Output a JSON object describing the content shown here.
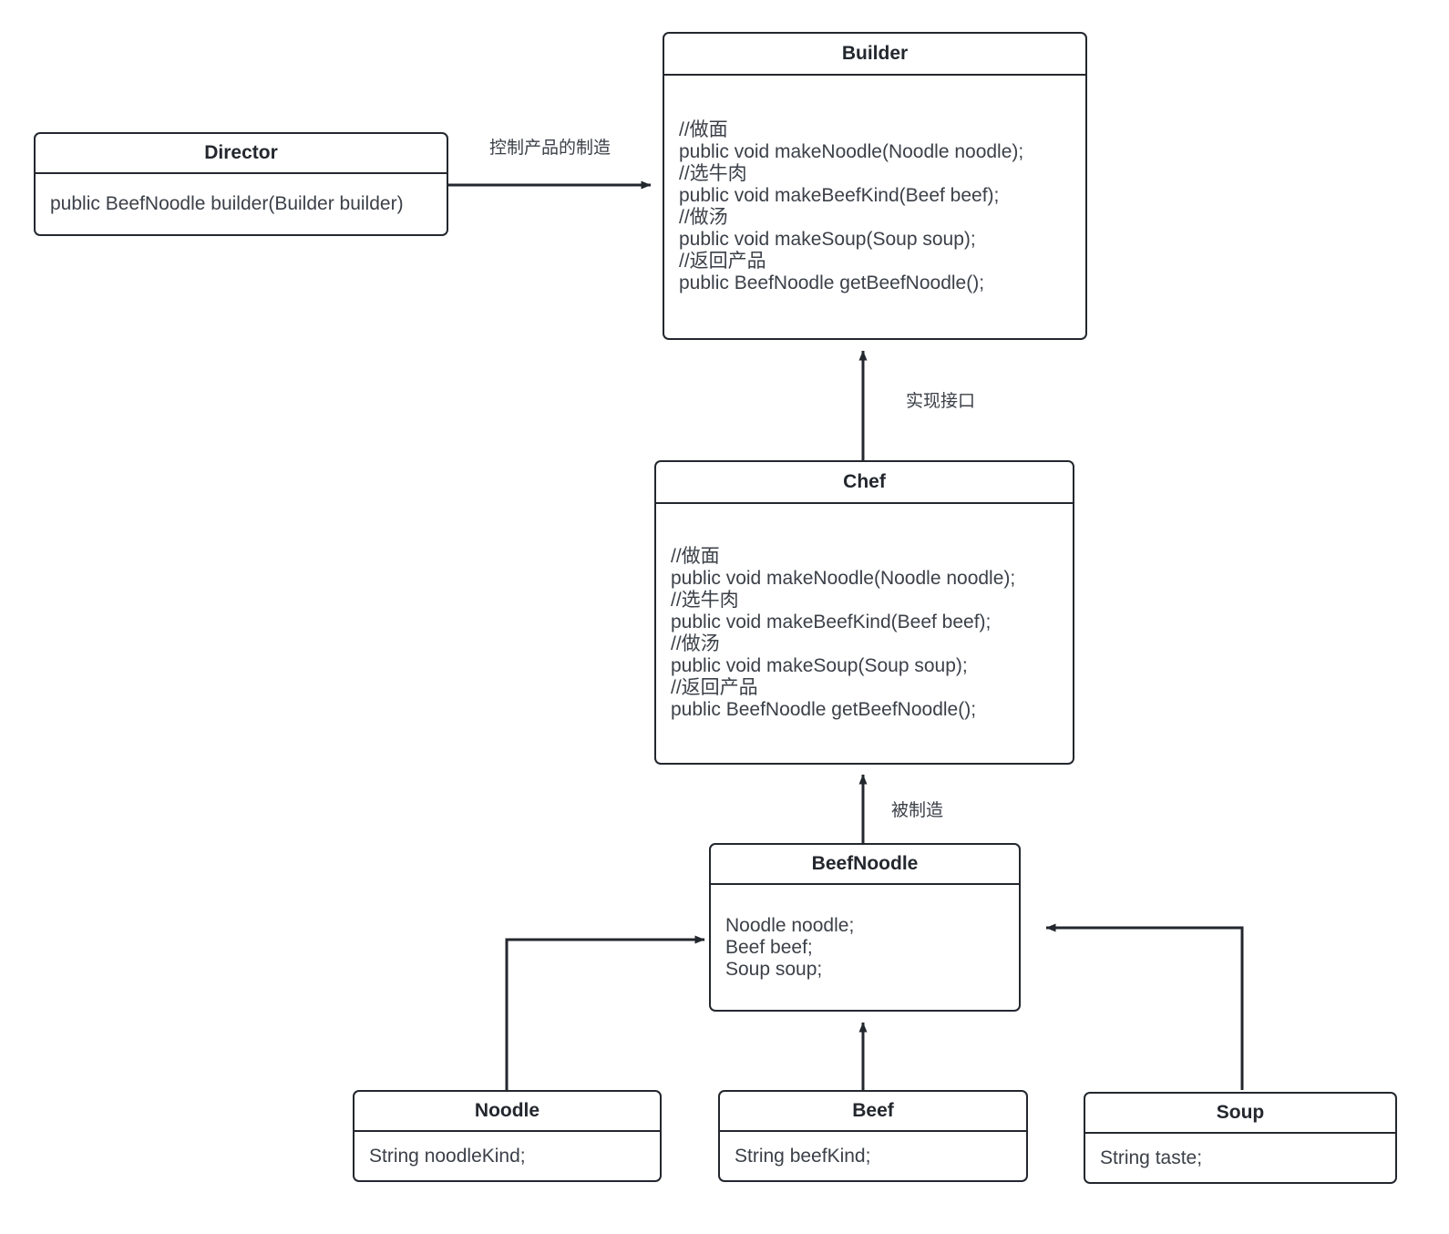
{
  "diagram": {
    "title": "Builder Pattern UML Class Diagram",
    "stroke_color": "#23272e",
    "text_color": "#3b4048",
    "background": "#ffffff"
  },
  "classes": {
    "director": {
      "name": "Director",
      "members": [
        "public BeefNoodle builder(Builder builder)"
      ]
    },
    "builder": {
      "name": "Builder",
      "members": [
        "//做面",
        "public void makeNoodle(Noodle noodle);",
        "//选牛肉",
        "public void makeBeefKind(Beef beef);",
        "//做汤",
        "public void makeSoup(Soup soup);",
        "//返回产品",
        "public BeefNoodle getBeefNoodle();"
      ]
    },
    "chef": {
      "name": "Chef",
      "members": [
        "//做面",
        "public void makeNoodle(Noodle noodle);",
        "//选牛肉",
        "public void makeBeefKind(Beef beef);",
        "//做汤",
        "public void makeSoup(Soup soup);",
        "//返回产品",
        "public BeefNoodle getBeefNoodle();"
      ]
    },
    "beefnoodle": {
      "name": "BeefNoodle",
      "members": [
        "Noodle noodle;",
        "Beef beef;",
        "Soup soup;"
      ]
    },
    "noodle": {
      "name": "Noodle",
      "members": [
        "String noodleKind;"
      ]
    },
    "beef": {
      "name": "Beef",
      "members": [
        "String beefKind;"
      ]
    },
    "soup": {
      "name": "Soup",
      "members": [
        "String taste;"
      ]
    }
  },
  "edges": {
    "director_to_builder": {
      "label": "控制产品的制造",
      "from": "Director",
      "to": "Builder"
    },
    "chef_to_builder": {
      "label": "实现接口",
      "from": "Chef",
      "to": "Builder"
    },
    "beefnoodle_to_chef": {
      "label": "被制造",
      "from": "BeefNoodle",
      "to": "Chef"
    },
    "noodle_to_beefnoodle": {
      "label": "",
      "from": "Noodle",
      "to": "BeefNoodle"
    },
    "beef_to_beefnoodle": {
      "label": "",
      "from": "Beef",
      "to": "BeefNoodle"
    },
    "soup_to_beefnoodle": {
      "label": "",
      "from": "Soup",
      "to": "BeefNoodle"
    }
  }
}
